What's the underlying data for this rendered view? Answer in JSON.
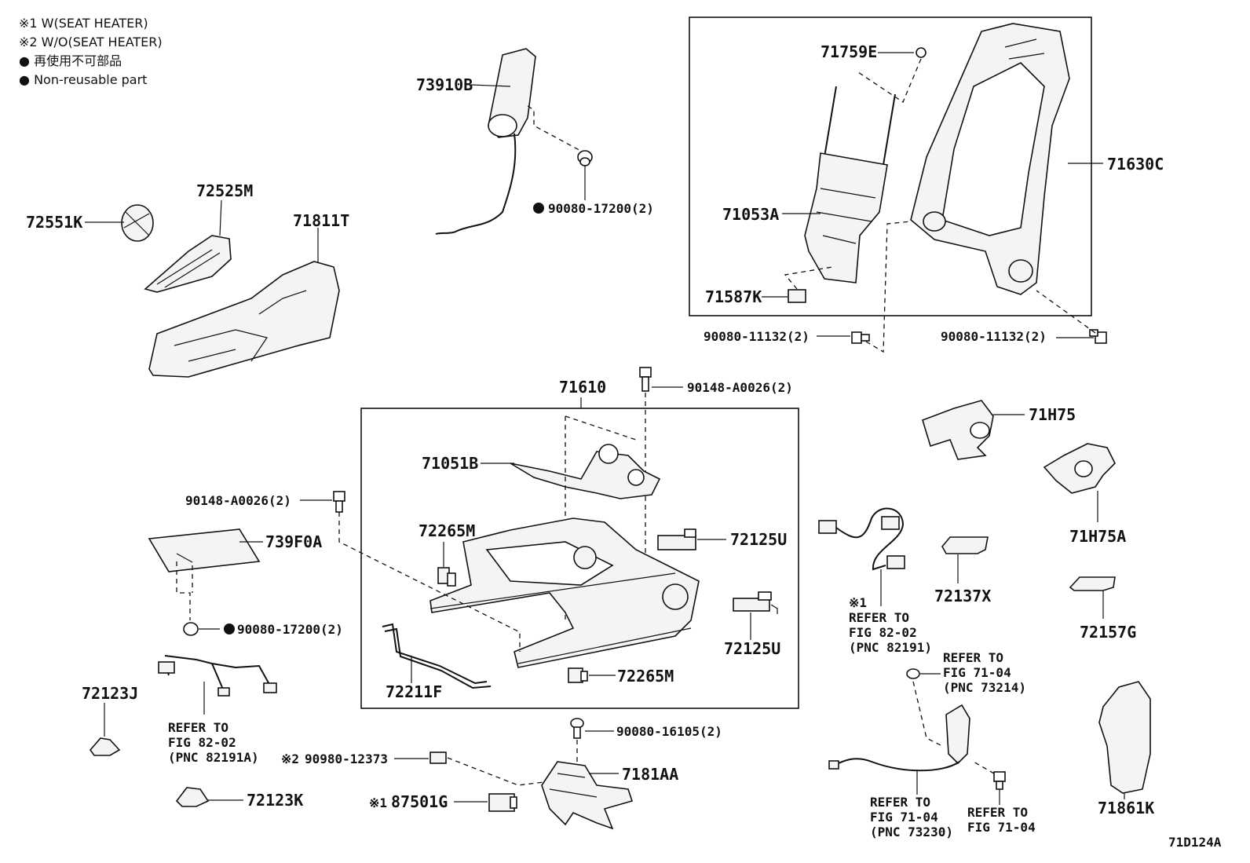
{
  "legend": {
    "note1": "※1 W(SEAT HEATER)",
    "note2": "※2 W/O(SEAT HEATER)",
    "non_reusable_jp": "再使用不可部品",
    "non_reusable_en": "Non-reusable part"
  },
  "figure_id": "71D124A",
  "parts": {
    "p73910B": "73910B",
    "p72525M": "72525M",
    "p72551K": "72551K",
    "p71811T": "71811T",
    "p90080_17200_top": "90080-17200(2)",
    "p71759E": "71759E",
    "p71630C": "71630C",
    "p71053A": "71053A",
    "p71587K": "71587K",
    "p90080_11132_left": "90080-11132(2)",
    "p90080_11132_right": "90080-11132(2)",
    "p71610": "71610",
    "p90148_A0026_top": "90148-A0026(2)",
    "p90148_A0026_left": "90148-A0026(2)",
    "p71051B": "71051B",
    "p72265M_top": "72265M",
    "p72125U_top": "72125U",
    "p72125U_bottom": "72125U",
    "p739F0A": "739F0A",
    "p90080_17200_left": "90080-17200(2)",
    "p72211F": "72211F",
    "p72265M_bottom": "72265M",
    "p72123J": "72123J",
    "p72123K": "72123K",
    "p90080_16105": "90080-16105(2)",
    "p90980_12373": "90980-12373",
    "p90980_prefix": "※2",
    "p7181AA": "7181AA",
    "p87501G": "87501G",
    "p87501G_prefix": "※1",
    "p71H75": "71H75",
    "p71H75A": "71H75A",
    "p72137X": "72137X",
    "p72157G": "72157G",
    "p71861K": "71861K"
  },
  "refs": {
    "r_harness_left": {
      "l1": "REFER TO",
      "l2": "FIG 82-02",
      "l3": "(PNC 82191A)"
    },
    "r_heater": {
      "pre": "※1",
      "l1": "REFER TO",
      "l2": "FIG 82-02",
      "l3": "(PNC 82191)"
    },
    "r_73214": {
      "l1": "REFER TO",
      "l2": "FIG 71-04",
      "l3": "(PNC 73214)"
    },
    "r_73230": {
      "l1": "REFER TO",
      "l2": "FIG 71-04",
      "l3": "(PNC 73230)"
    },
    "r_buckle": {
      "l1": "REFER TO",
      "l2": "FIG 71-04"
    }
  }
}
